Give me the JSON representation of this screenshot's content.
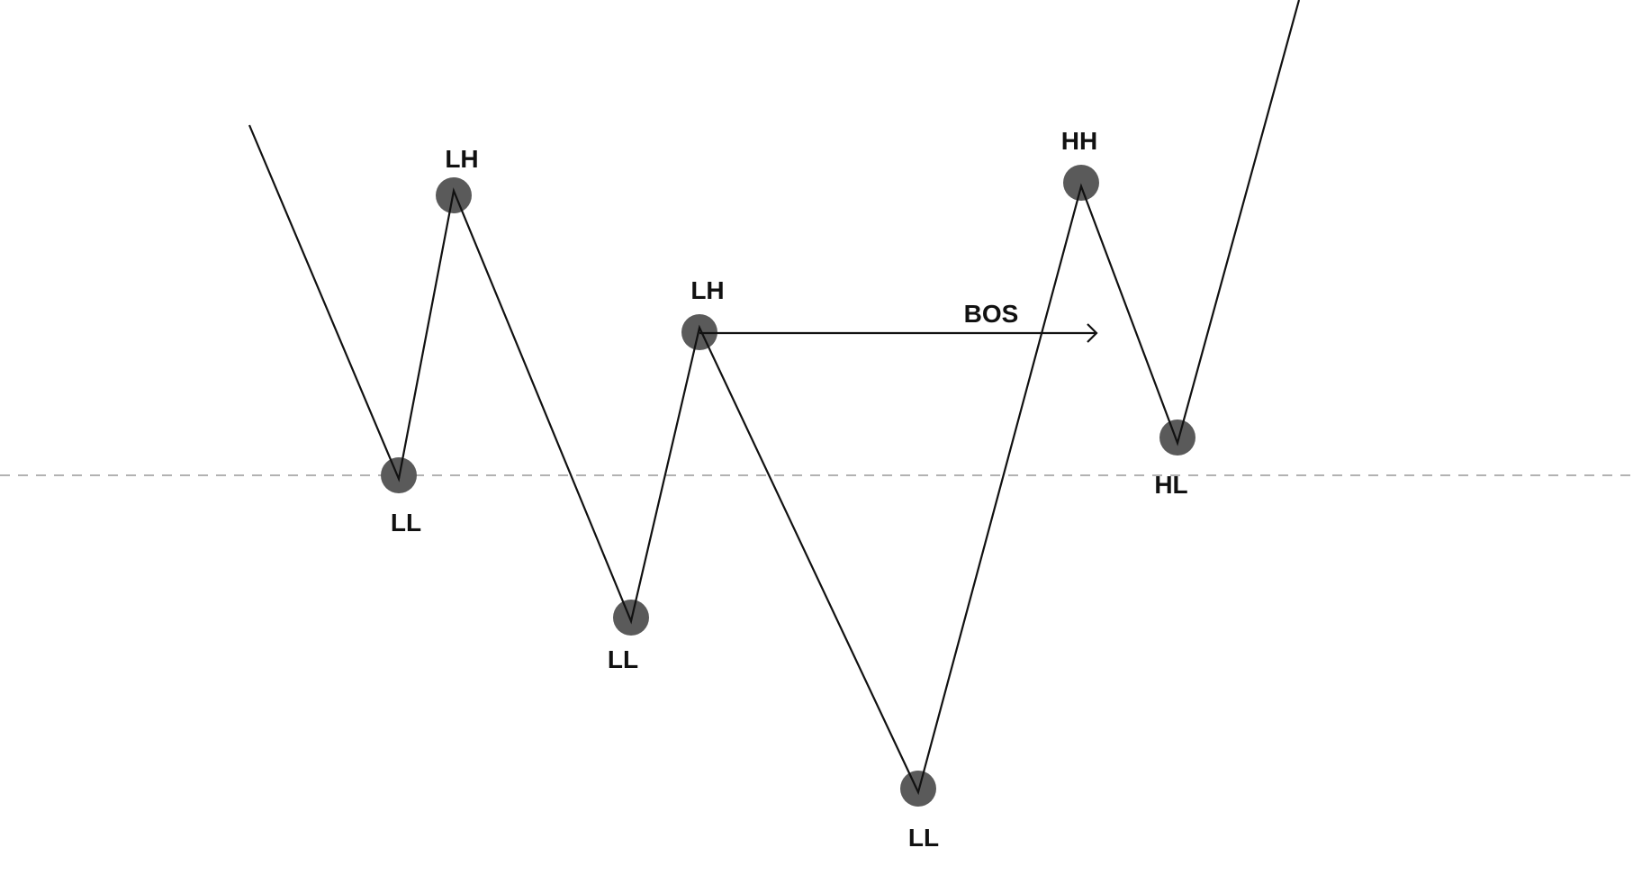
{
  "colors": {
    "background": "#ffffff",
    "price_line": "#111111",
    "swing_point": "#5a5a5a",
    "reference_line": "#999999",
    "label": "#111111"
  },
  "swings": [
    {
      "label": "LL"
    },
    {
      "label": "LH"
    },
    {
      "label": "LL"
    },
    {
      "label": "LH"
    },
    {
      "label": "LL"
    },
    {
      "label": "HH"
    },
    {
      "label": "HL"
    }
  ],
  "annotations": {
    "break_of_structure": "BOS"
  }
}
